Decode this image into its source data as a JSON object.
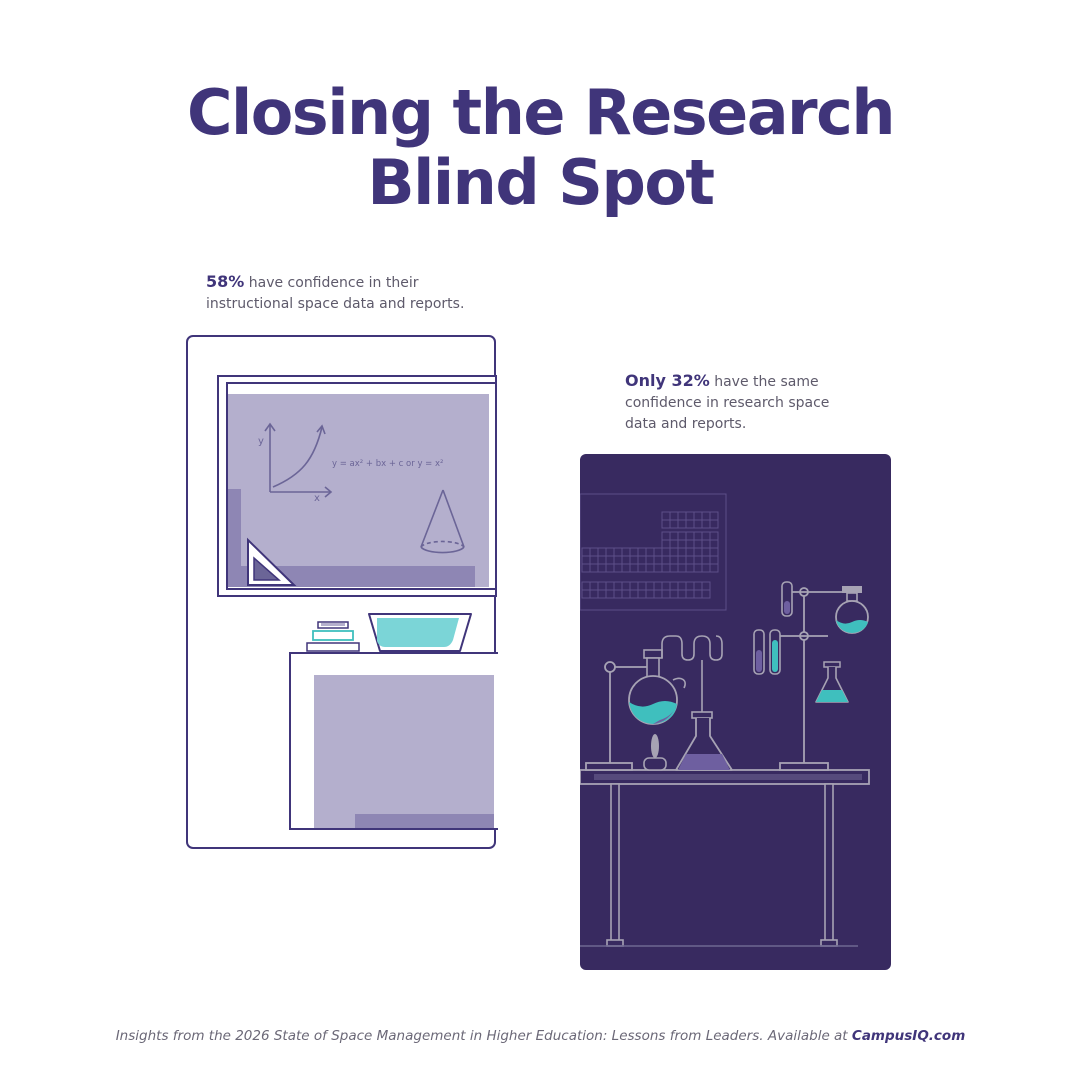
{
  "title": {
    "line1": "Closing the Research",
    "line2": "Blind Spot"
  },
  "stat_instructional": {
    "value": "58%",
    "text": "have confidence in their instructional space data and reports."
  },
  "stat_research": {
    "value": "Only 32%",
    "text": "have the same confidence in research space data and reports."
  },
  "chalkboard": {
    "axis_y": "y",
    "axis_x": "x",
    "equation": "y = ax² + bx + c or y = x²"
  },
  "footer": {
    "text": "Insights from the 2026 State of Space Management in Higher Education: Lessons from Leaders. Available at ",
    "link": "CampusIQ.com"
  },
  "colors": {
    "brand_purple": "#40357a",
    "lab_background": "#382a60",
    "board_fill": "#b4afcd",
    "accent_teal": "#3fbfbe"
  }
}
